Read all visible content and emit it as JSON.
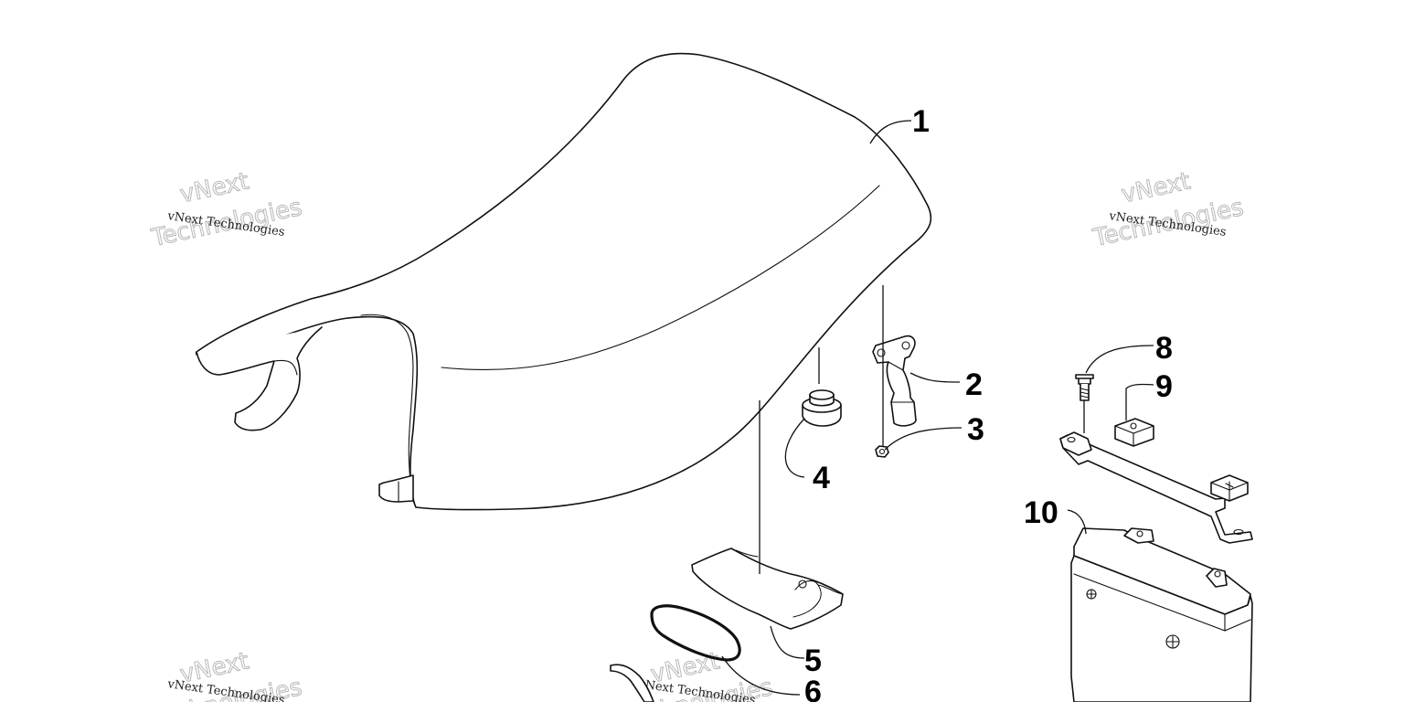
{
  "callouts": {
    "c1": "1",
    "c2": "2",
    "c3": "3",
    "c4": "4",
    "c5": "5",
    "c6": "6",
    "c8": "8",
    "c9": "9",
    "c10": "10"
  },
  "watermark": {
    "small": "vNext Technologies",
    "big_line1": "vNext",
    "big_line2": "Technologies"
  }
}
